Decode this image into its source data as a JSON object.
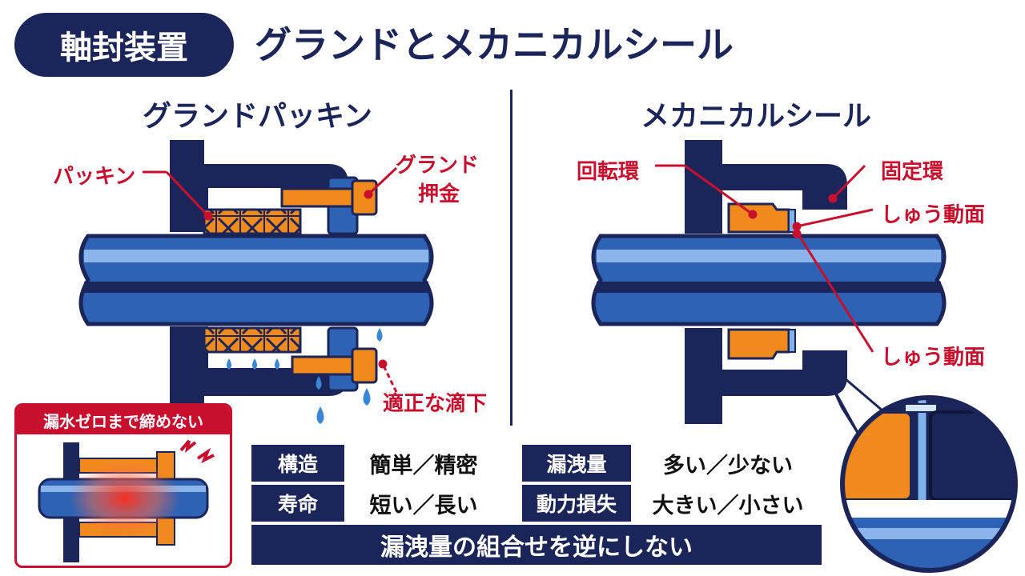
{
  "header": {
    "tag": "軸封装置",
    "title": "グランドとメカニカルシール"
  },
  "left": {
    "title": "グランドパッキン",
    "labels": {
      "packing": "パッキン",
      "gland_line1": "グランド",
      "gland_line2": "押金",
      "drip": "適正な滴下"
    },
    "warning": "漏水ゼロまで締めない"
  },
  "right": {
    "title": "メカニカルシール",
    "labels": {
      "rotating": "回転環",
      "stationary": "固定環",
      "sliding_top": "しゅう動面",
      "sliding_bottom": "しゅう動面"
    }
  },
  "table": {
    "rows": [
      {
        "l_head": "構造",
        "l_val": "簡単／精密",
        "r_head": "漏洩量",
        "r_val": "多い／少ない"
      },
      {
        "l_head": "寿命",
        "l_val": "短い／長い",
        "r_head": "動力損失",
        "r_val": "大きい／小さい"
      }
    ],
    "footer": "漏洩量の組合せを逆にしない"
  },
  "colors": {
    "navy": "#1b2559",
    "shaft_blue": "#2d62b4",
    "orange": "#f08a1c",
    "red": "#c8102e",
    "water": "#4a90d9"
  }
}
